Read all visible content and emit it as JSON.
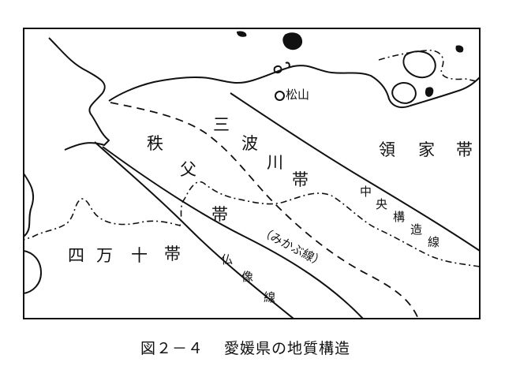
{
  "labels": {
    "chichibu_1": "秩",
    "chichibu_2": "父",
    "chichibu_3": "帯",
    "sanbagawa": [
      "三",
      "波",
      "川",
      "帯"
    ],
    "ryoke": [
      "領",
      "家",
      "帯"
    ],
    "shimanto": [
      "四",
      "万",
      "十",
      "帯"
    ],
    "mtl": [
      "中",
      "央",
      "構",
      "造",
      "線"
    ],
    "butsuzo": [
      "仏",
      "像",
      "線"
    ],
    "mikabu": "（みかぶ線）",
    "city": "松山"
  },
  "caption": {
    "figure_no": "図２－４",
    "title": "愛媛県の地質構造"
  },
  "colors": {
    "ink": "#111111",
    "paper": "#ffffff"
  }
}
